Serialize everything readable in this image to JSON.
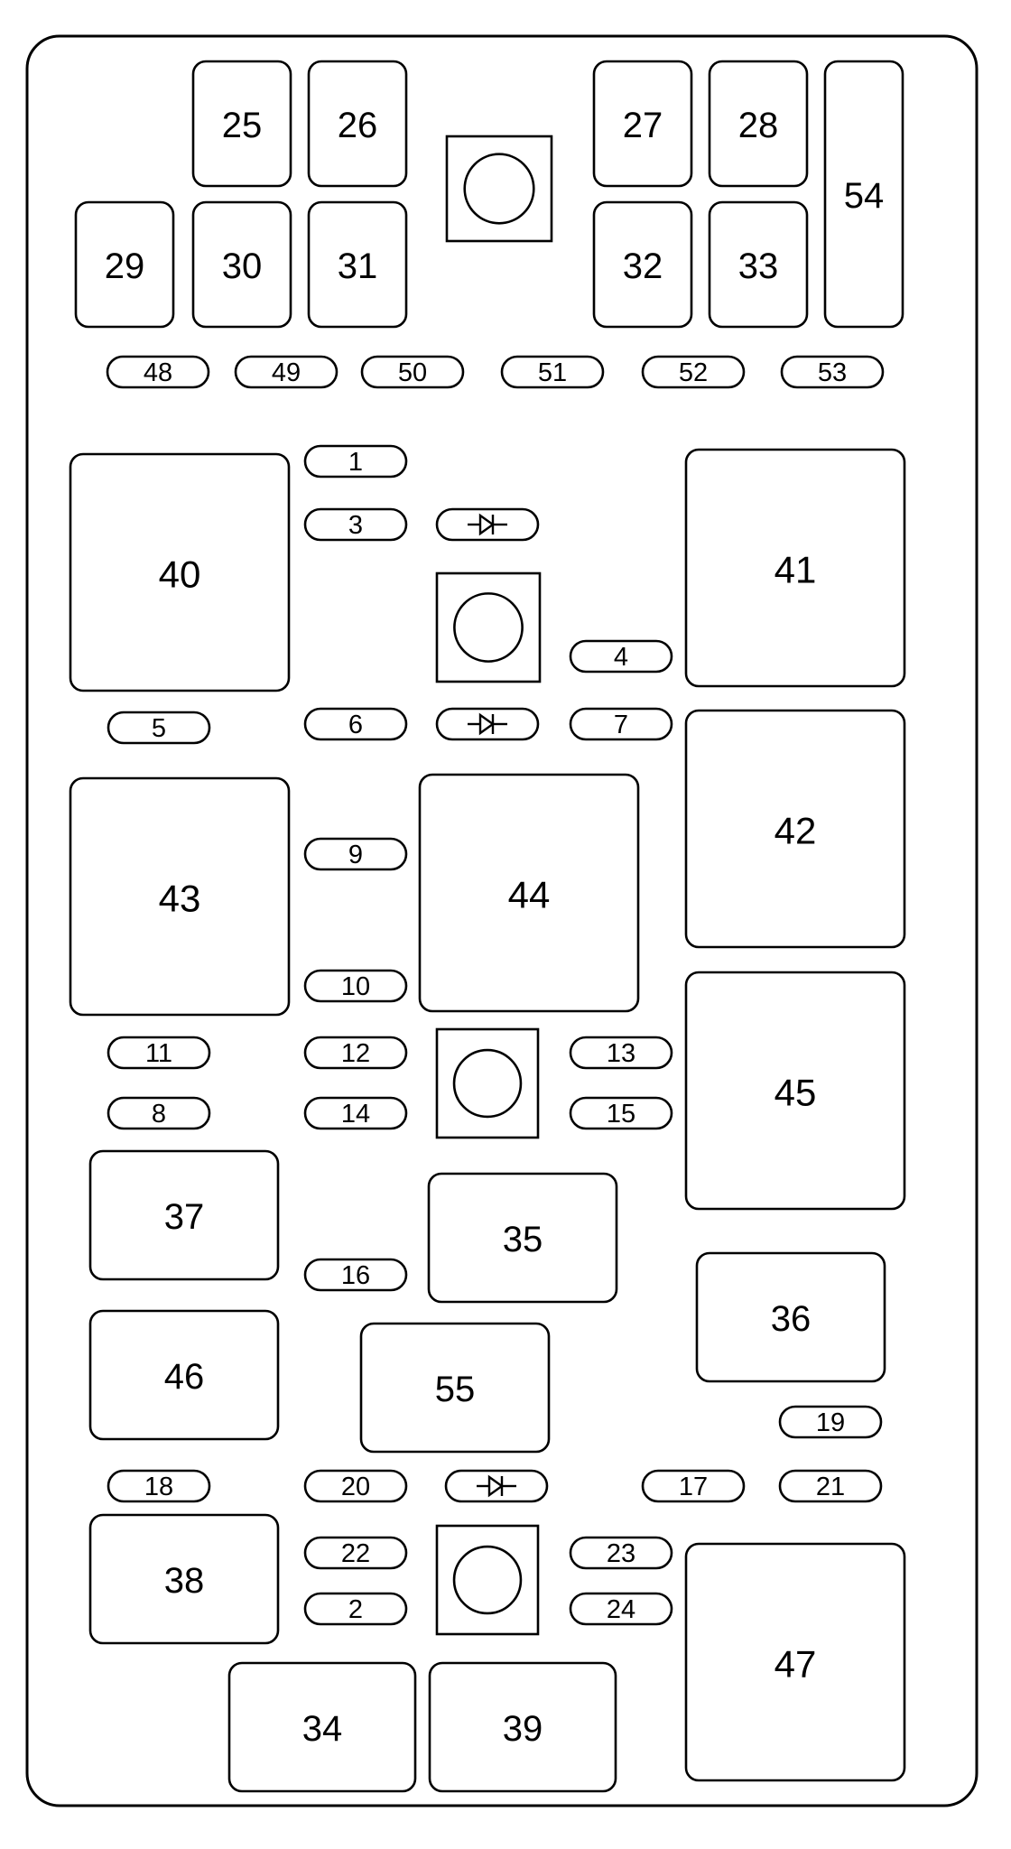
{
  "colors": {
    "stroke": "#000000",
    "background": "#ffffff"
  },
  "large_boxes": [
    "40",
    "41",
    "42",
    "43",
    "44",
    "45",
    "47"
  ],
  "medium_boxes": [
    "34",
    "35",
    "36",
    "37",
    "38",
    "39",
    "46",
    "55"
  ],
  "small_boxes": [
    "25",
    "26",
    "27",
    "28",
    "29",
    "30",
    "31",
    "32",
    "33",
    "54"
  ],
  "mini_fuses": [
    "1",
    "2",
    "3",
    "4",
    "5",
    "6",
    "7",
    "8",
    "9",
    "10",
    "11",
    "12",
    "13",
    "14",
    "15",
    "16",
    "17",
    "18",
    "19",
    "20",
    "21",
    "22",
    "23",
    "24",
    "48",
    "49",
    "50",
    "51",
    "52",
    "53"
  ],
  "diode_count": 3,
  "diode_icon": "diode-icon",
  "stud_count": 4,
  "stud_icon": "circle-in-square-stud-icon"
}
